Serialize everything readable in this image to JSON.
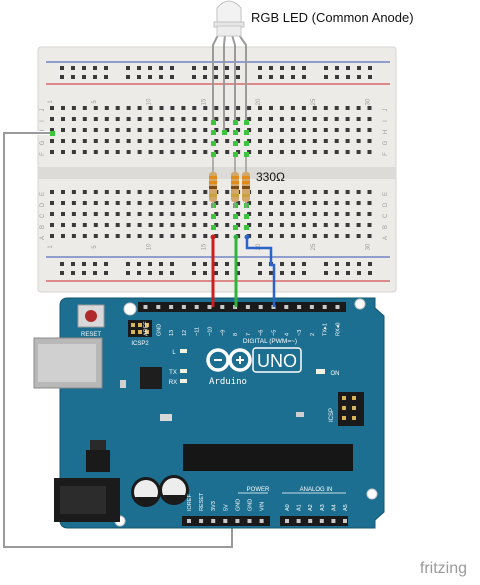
{
  "labels": {
    "led_label": "RGB LED (Common Anode)",
    "resistor_value": "330Ω",
    "reset": "RESET",
    "icsp2": "ICSP2",
    "icsp": "ICSP",
    "digital_label": "DIGITAL (PWM=~)",
    "arduino_name": "Arduino",
    "uno": "UNO",
    "on": "ON",
    "led_l": "L",
    "tx": "TX",
    "rx": "RX",
    "power": "POWER",
    "analog_in": "ANALOG IN",
    "fritzing": "fritzing"
  },
  "breadboard": {
    "column_numbers": [
      "1",
      "5",
      "10",
      "15",
      "20",
      "25",
      "30"
    ],
    "row_letters_top": [
      "J",
      "I",
      "H",
      "G",
      "F"
    ],
    "row_letters_bottom": [
      "E",
      "D",
      "C",
      "B",
      "A"
    ]
  },
  "header_pins": {
    "digital": [
      "AREF",
      "GND",
      "13",
      "12",
      "~11",
      "~10",
      "~9",
      "8",
      "7",
      "~6",
      "~5",
      "4",
      "~3",
      "2",
      "TX▸1",
      "RX◂0"
    ],
    "power": [
      "IOREF",
      "RESET",
      "3V3",
      "5V",
      "GND",
      "GND",
      "VIN"
    ],
    "analog": [
      "A0",
      "A1",
      "A2",
      "A3",
      "A4",
      "A5"
    ]
  },
  "colors": {
    "board": "#1c6f91",
    "board_dark": "#14566f",
    "breadboard": "#ecebe8",
    "wire_red": "#cc1f1f",
    "wire_green": "#2fb33b",
    "wire_blue": "#2b63c9",
    "wire_gray": "#9a9a9a"
  }
}
